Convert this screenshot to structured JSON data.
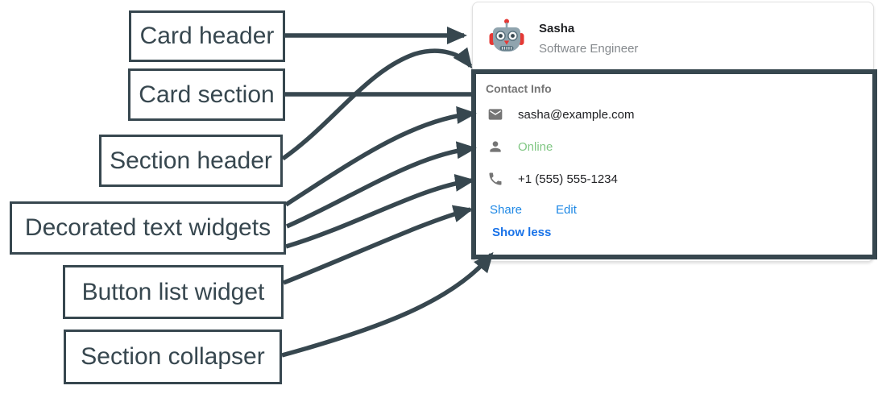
{
  "diagram": {
    "labels": [
      {
        "text": "Card header"
      },
      {
        "text": "Card section"
      },
      {
        "text": "Section header"
      },
      {
        "text": "Decorated text widgets"
      },
      {
        "text": "Button list widget"
      },
      {
        "text": "Section collapser"
      }
    ]
  },
  "card": {
    "header": {
      "name": "Sasha",
      "subtitle": "Software Engineer",
      "avatar_icon": "robot-avatar"
    },
    "section": {
      "title": "Contact Info",
      "rows": [
        {
          "icon": "email-icon",
          "text": "sasha@example.com"
        },
        {
          "icon": "person-icon",
          "text": "Online"
        },
        {
          "icon": "phone-icon",
          "text": "+1 (555) 555-1234"
        }
      ],
      "buttons": [
        {
          "label": "Share"
        },
        {
          "label": "Edit"
        }
      ],
      "collapser_label": "Show less"
    }
  },
  "colors": {
    "annotation": "#37474F",
    "card_border": "#E0E0E0",
    "muted_text": "#757575",
    "primary_text": "#202124",
    "link_blue": "#1E88E5",
    "collapser_blue": "#1A73E8",
    "online_green": "#81C784"
  }
}
